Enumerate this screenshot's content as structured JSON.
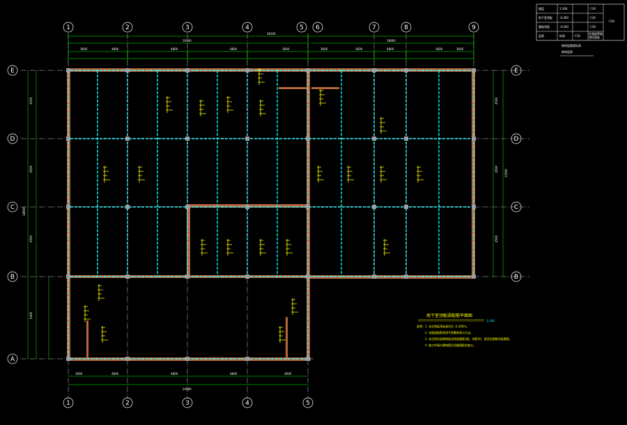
{
  "colors": {
    "background": "#000000",
    "wall": "#b8663d",
    "beam": "#00ffff",
    "dimension": "#00ff00",
    "axis": "#ffffff",
    "annotation": "#ffff00"
  },
  "axes_top": [
    "1",
    "2",
    "3",
    "4",
    "5",
    "6",
    "7",
    "8",
    "9"
  ],
  "axes_bottom": [
    "1",
    "2",
    "3",
    "4",
    "5"
  ],
  "axes_left": [
    "E",
    "D",
    "C",
    "B",
    "A"
  ],
  "axes_right": [
    "E",
    "D",
    "C",
    "B"
  ],
  "dimensions": {
    "top_total": "38100",
    "top_left_total": "19200",
    "top_right_total": "18900",
    "top_spans": [
      "3600",
      "4800",
      "4800",
      "4800",
      "3600",
      "3600",
      "3600",
      "4800",
      "3600",
      "3600"
    ],
    "bottom_spans": [
      "3000",
      "4800",
      "4800",
      "4800",
      "3000"
    ],
    "bottom_total": "24000",
    "left_spans": [
      "4500",
      "4500",
      "4500",
      "5400"
    ],
    "left_total": "18900",
    "right_spans": [
      "4500",
      "4500",
      "4500"
    ],
    "right_total": "13500"
  },
  "title_block": {
    "rows": [
      [
        "楼层",
        "3.300",
        "C30"
      ],
      [
        "地下室顶板",
        "-0.300",
        "C30"
      ],
      [
        "基础顶面",
        "-4.500",
        "C30"
      ]
    ],
    "last_row": [
      "层高",
      "标高",
      "C30",
      "砼强度等级",
      "墙柱梁板"
    ],
    "side_mark": "C30",
    "caption": [
      "结构层楼面标高",
      "结构层高"
    ]
  },
  "drawing_title": "地下室顶板梁配筋平面图",
  "drawing_scale": "1:100",
  "notes": {
    "label": "说明：",
    "items": [
      "1. 未注明梁顶标高均为 -0.300m。",
      "2. 本图梁配筋采用平面整体表示方法。",
      "3. 未注明次梁两侧各设附加箍筋3组，间距50，直径及肢数同梁箍筋。",
      "4. 施工时请与建筑图及设备图配合施工。"
    ]
  }
}
